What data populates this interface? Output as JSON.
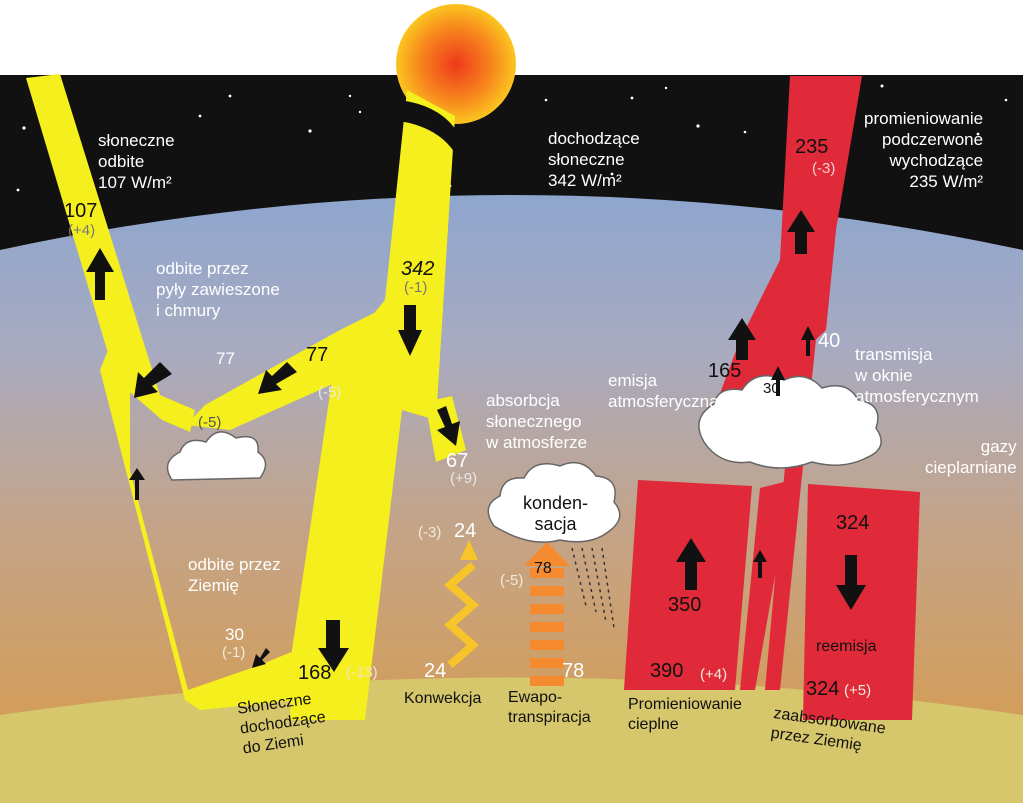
{
  "labels": {
    "reflected_solar": "słoneczne\nodbite\n107 W/m²",
    "incoming_solar": "dochodzące\nsłoneczne\n342 W/m²",
    "outgoing_ir": "promieniowanie\npodczerwone\nwychodzące\n235 W/m²",
    "reflected_clouds": "odbite przez\npyły zawieszone\ni chmury",
    "absorbed_atmosphere": "absorbcja\nsłonecznego\nw atmosferze",
    "atm_emission": "emisja\natmosferyczna",
    "window": "transmisja\nw oknie\natmosferycznym",
    "ghg": "gazy\ncieplarniane",
    "reflected_surface": "odbite przez\nZiemię",
    "condensation": "konden-\nsacja",
    "reemission": "reemisja",
    "surface_solar": "Słoneczne\ndochodzące\ndo Ziemi",
    "convection": "Konwekcja",
    "evapo": "Ewapo-\ntranspiracja",
    "thermal": "Promieniowanie\ncieplne",
    "absorbed_surface": "zaabsorbowane\nprzez Ziemię"
  },
  "values": {
    "v107": "107",
    "d107": "(+4)",
    "v342": "342",
    "d342": "(-1)",
    "v235": "235",
    "d235": "(-3)",
    "v77a": "77",
    "v77b": "77",
    "d77": "(-5)",
    "d77b": "(-5)",
    "v67": "67",
    "d67": "(+9)",
    "v165": "165",
    "v30a": "30",
    "v40": "40",
    "v24a": "24",
    "d24": "(-3)",
    "v24b": "24",
    "v78a": "78",
    "d78": "(-5)",
    "v78b": "78",
    "v350": "350",
    "v324a": "324",
    "v30b": "30",
    "d30": "(-1)",
    "v168": "168",
    "d168": "(-13)",
    "v390": "390",
    "d390": "(+4)",
    "v324b": "324",
    "d324": "(+5)"
  },
  "colors": {
    "solar": "#f5ef1d",
    "infrared": "#e12a39",
    "space": "#111111",
    "ground": "#d6c66c"
  }
}
